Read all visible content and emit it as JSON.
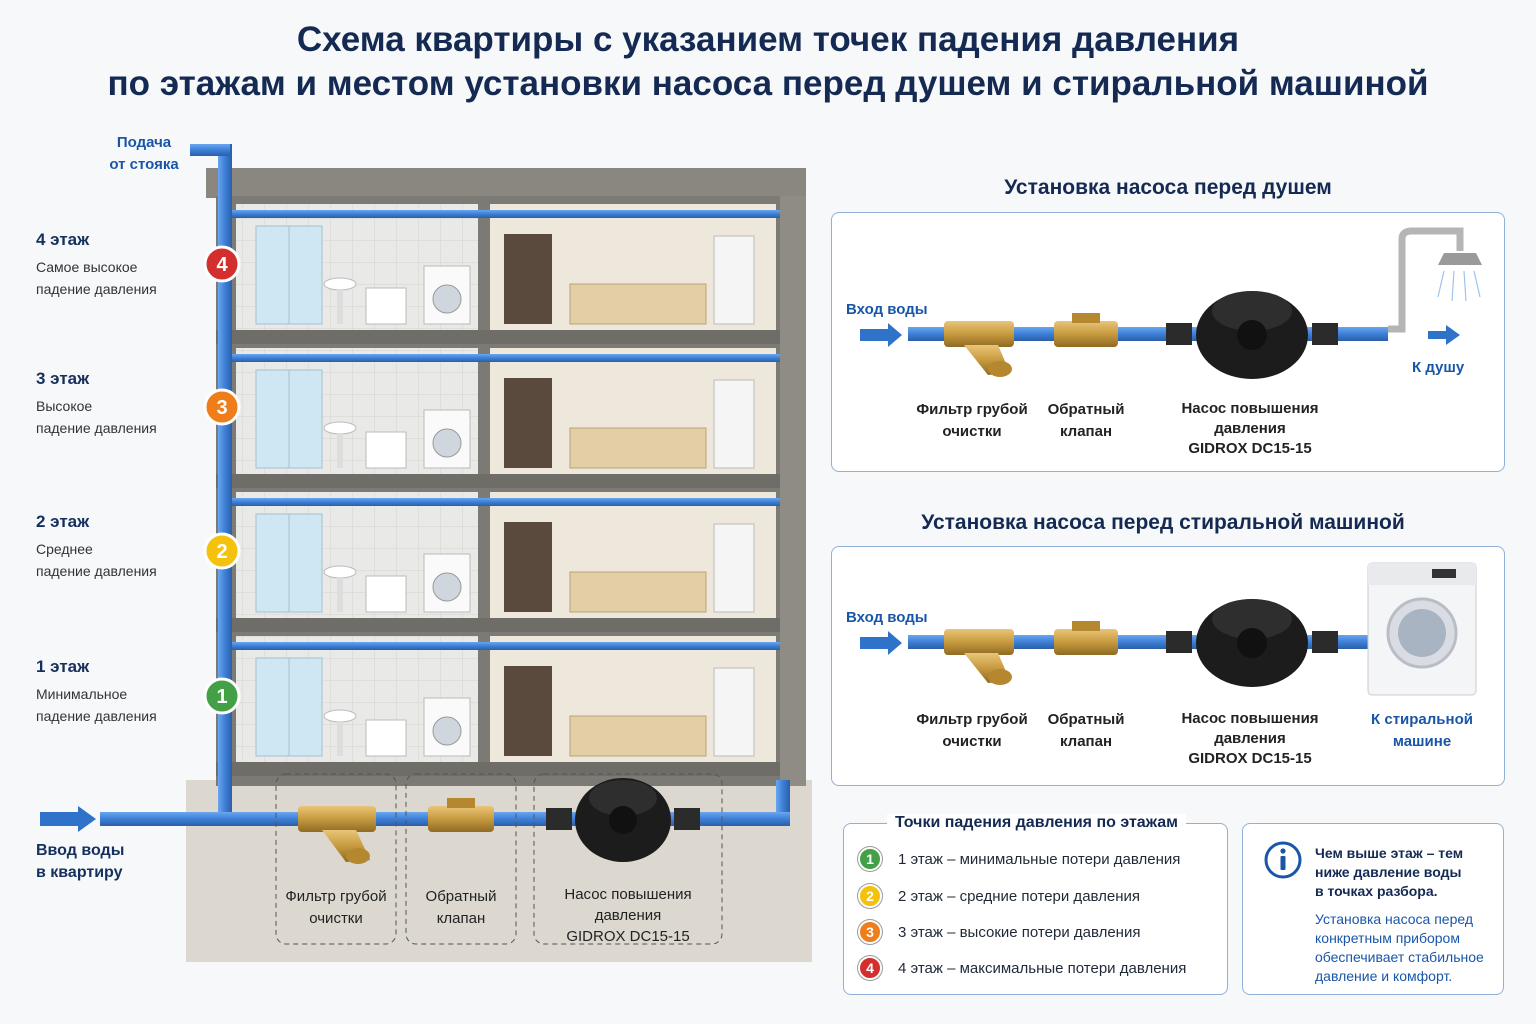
{
  "title": {
    "line1": "Схема квартиры с указанием точек падения давления",
    "line2": "по этажам и местом установки насоса перед душем и стиральной машиной"
  },
  "building": {
    "supply_label_1": "Подача",
    "supply_label_2": "от стояка",
    "inlet_label_1": "Ввод воды",
    "inlet_label_2": "в квартиру",
    "floors": [
      {
        "name": "4 этаж",
        "desc1": "Самое высокое",
        "desc2": "падение давления",
        "number": "4",
        "color": "#d32f2f"
      },
      {
        "name": "3 этаж",
        "desc1": "Высокое",
        "desc2": "падение давления",
        "number": "3",
        "color": "#ef7d1a"
      },
      {
        "name": "2 этаж",
        "desc1": "Среднее",
        "desc2": "падение давления",
        "number": "2",
        "color": "#f4c20d"
      },
      {
        "name": "1 этаж",
        "desc1": "Минимальное",
        "desc2": "падение давления",
        "number": "1",
        "color": "#43a047"
      }
    ],
    "basement": {
      "filter_1": "Фильтр грубой",
      "filter_2": "очистки",
      "valve_1": "Обратный",
      "valve_2": "клапан",
      "pump_1": "Насос повышения",
      "pump_2": "давления",
      "pump_3": "GIDROX DC15-15"
    }
  },
  "shower_panel": {
    "title": "Установка насоса перед душем",
    "inlet": "Вход воды",
    "outlet": "К душу",
    "filter_1": "Фильтр грубой",
    "filter_2": "очистки",
    "valve_1": "Обратный",
    "valve_2": "клапан",
    "pump_1": "Насос повышения",
    "pump_2": "давления",
    "pump_3": "GIDROX DC15-15"
  },
  "washer_panel": {
    "title": "Установка насоса перед стиральной машиной",
    "inlet": "Вход воды",
    "outlet_1": "К стиральной",
    "outlet_2": "машине",
    "filter_1": "Фильтр грубой",
    "filter_2": "очистки",
    "valve_1": "Обратный",
    "valve_2": "клапан",
    "pump_1": "Насос повышения",
    "pump_2": "давления",
    "pump_3": "GIDROX DC15-15"
  },
  "legend": {
    "title": "Точки падения давления по этажам",
    "items": [
      {
        "number": "1",
        "text": "1 этаж – минимальные потери давления",
        "color": "#43a047"
      },
      {
        "number": "2",
        "text": "2 этаж – средние потери давления",
        "color": "#f4c20d"
      },
      {
        "number": "3",
        "text": "3 этаж – высокие потери давления",
        "color": "#ef7d1a"
      },
      {
        "number": "4",
        "text": "4 этаж – максимальные потери давления",
        "color": "#d32f2f"
      }
    ]
  },
  "info": {
    "icon": "info-icon",
    "bold_1": "Чем выше этаж – тем",
    "bold_2": "ниже давление воды",
    "bold_3": "в точках разбора.",
    "blue_1": "Установка насоса перед",
    "blue_2": "конкретным прибором",
    "blue_3": "обеспечивает стабильное",
    "blue_4": "давление и комфорт."
  },
  "colors": {
    "pipe": "#3d7fd6",
    "brass": "#c79a3e",
    "pump": "#1c1c1c",
    "title": "#142a52",
    "accent": "#1a56a8"
  }
}
